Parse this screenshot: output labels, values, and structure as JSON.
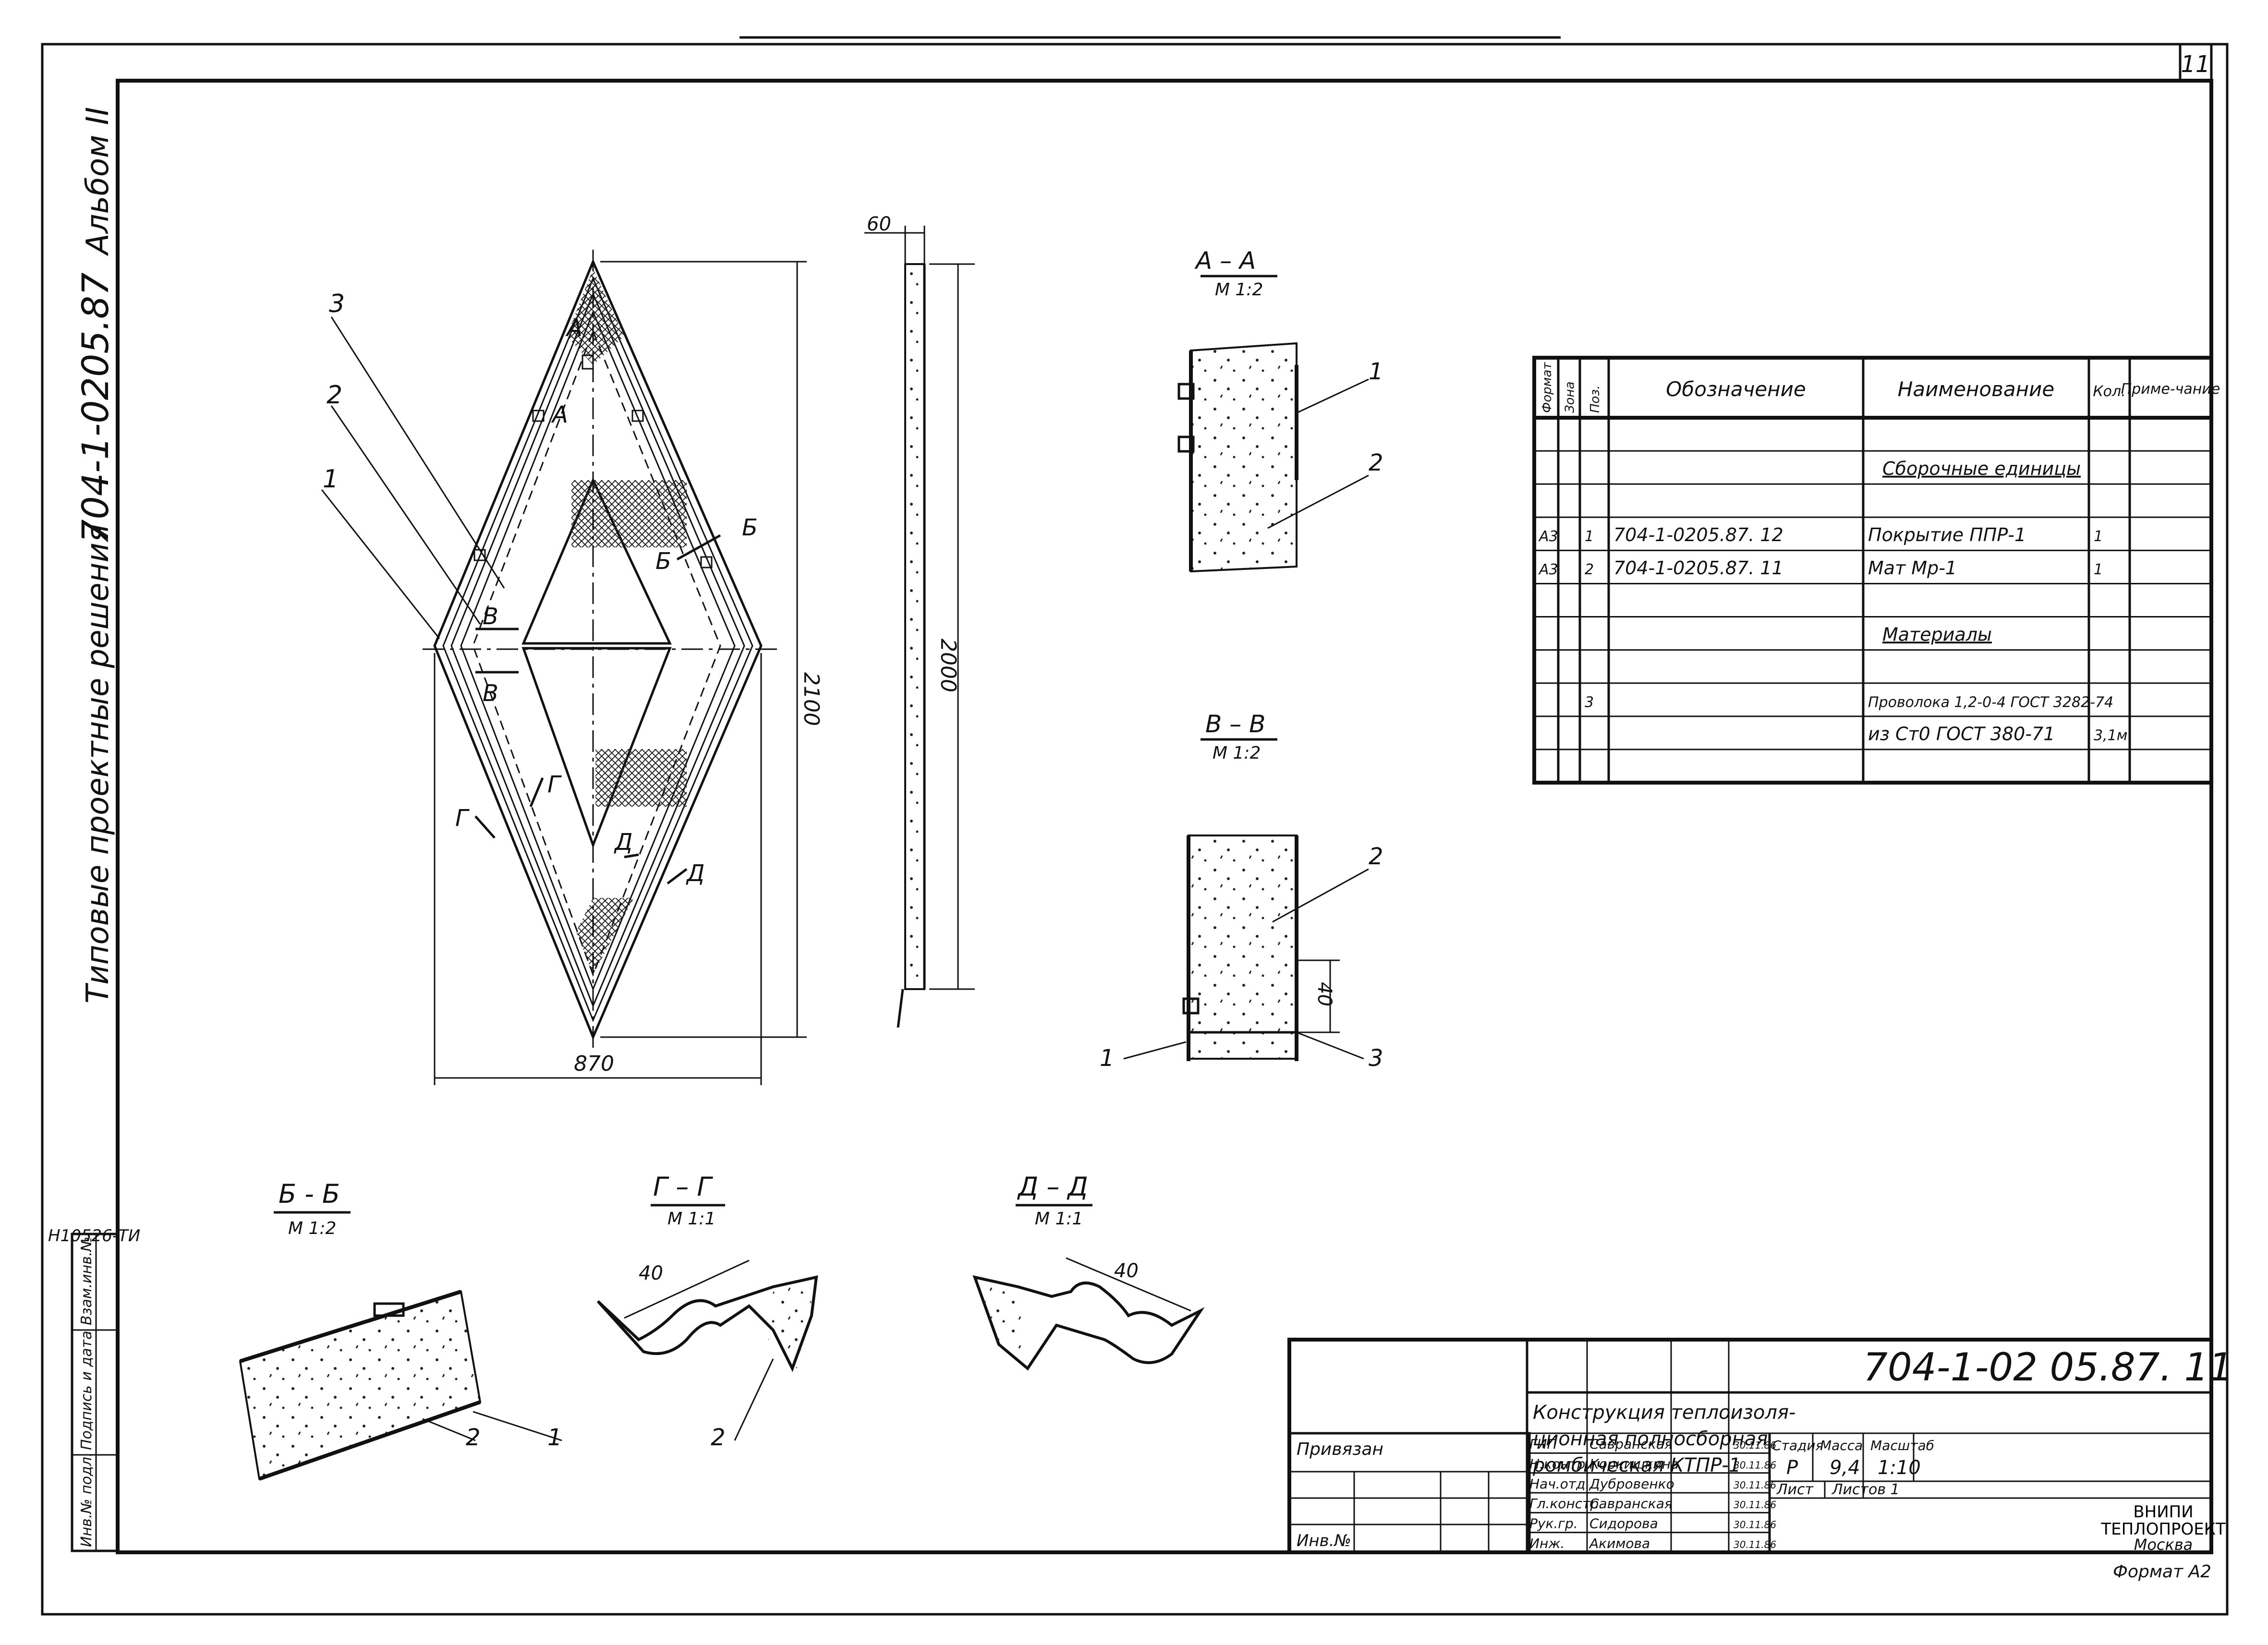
{
  "page_number": "11",
  "album_caption": {
    "series": "Типовые проектные решения",
    "code": "704-1-0205.87",
    "album": "Альбом II"
  },
  "inventory_code": "Н10526-ТИ",
  "left_stamp": [
    "Инв.№ подл.",
    "Подпись и дата",
    "Взам.инв.№"
  ],
  "main_view": {
    "callouts": [
      "3",
      "2",
      "1"
    ],
    "section_marks": [
      "А",
      "А",
      "Б",
      "Б",
      "В",
      "В",
      "Г",
      "Г",
      "Д",
      "Д"
    ],
    "dim_height": "2100",
    "dim_width": "870"
  },
  "side_view": {
    "dim_top": "60",
    "dim_length": "2000"
  },
  "sections": {
    "aa": {
      "title": "А – А",
      "scale": "М 1:2",
      "labels": [
        "1",
        "2"
      ]
    },
    "vv": {
      "title": "В – В",
      "scale": "М 1:2",
      "labels": [
        "2",
        "1",
        "3"
      ],
      "dim": "40"
    },
    "bb": {
      "title": "Б - Б",
      "scale": "М 1:2",
      "labels": [
        "2",
        "1"
      ]
    },
    "gg": {
      "title": "Г – Г",
      "scale": "М 1:1",
      "labels": [
        "2"
      ],
      "dim": "40"
    },
    "dd": {
      "title": "Д – Д",
      "scale": "М 1:1",
      "dim": "40"
    }
  },
  "spec_table": {
    "headers": [
      "Формат",
      "Зона",
      "Поз.",
      "Обозначение",
      "Наименование",
      "Кол.",
      "Приме-чание"
    ],
    "rows": [
      [
        "",
        "",
        "",
        "",
        "",
        "",
        ""
      ],
      [
        "",
        "",
        "",
        "",
        "Сборочные единицы",
        "",
        ""
      ],
      [
        "",
        "",
        "",
        "",
        "",
        "",
        ""
      ],
      [
        "А3",
        "",
        "1",
        "704-1-0205.87.     12",
        "Покрытие ППР-1",
        "1",
        ""
      ],
      [
        "А3",
        "",
        "2",
        "704-1-0205.87.     11",
        "Мат Мр-1",
        "1",
        ""
      ],
      [
        "",
        "",
        "",
        "",
        "",
        "",
        ""
      ],
      [
        "",
        "",
        "",
        "",
        "Материалы",
        "",
        ""
      ],
      [
        "",
        "",
        "",
        "",
        "",
        "",
        ""
      ],
      [
        "",
        "",
        "3",
        "",
        "Проволока 1,2-0-4 ГОСТ 3282-74",
        "",
        ""
      ],
      [
        "",
        "",
        "",
        "",
        "из Ст0 ГОСТ 380-71",
        "3,1м",
        ""
      ],
      [
        "",
        "",
        "",
        "",
        "",
        "",
        ""
      ]
    ]
  },
  "title_block": {
    "doc_code": "704-1-02 05.87.  11",
    "title": [
      "Конструкция теплоизоля-",
      "ционная полносборная",
      "ромбическая КТПР-1"
    ],
    "linked": "Привязан",
    "inv": "Инв.№",
    "stage_header": [
      "Стадия",
      "Масса",
      "Масштаб"
    ],
    "stage_values": [
      "Р",
      "9,4",
      "1:10"
    ],
    "sheet": "Лист",
    "sheets": "Листов 1",
    "org": [
      "ВНИПИ",
      "ТЕПЛОПРОЕКТ",
      "Москва"
    ],
    "format": "Формат А2",
    "signatures": [
      {
        "role": "ГИП",
        "name": "Савранская",
        "date": "30.11.86"
      },
      {
        "role": "Н.контр.",
        "name": "Коркишкина",
        "date": "30.11.86"
      },
      {
        "role": "Нач.отд.",
        "name": "Дубровенко",
        "date": "30.11.86"
      },
      {
        "role": "Гл.констр.",
        "name": "Савранская",
        "date": "30.11.86"
      },
      {
        "role": "Рук.гр.",
        "name": "Сидорова",
        "date": "30.11.86"
      },
      {
        "role": "Инж.",
        "name": "Акимова",
        "date": "30.11.86"
      }
    ]
  }
}
